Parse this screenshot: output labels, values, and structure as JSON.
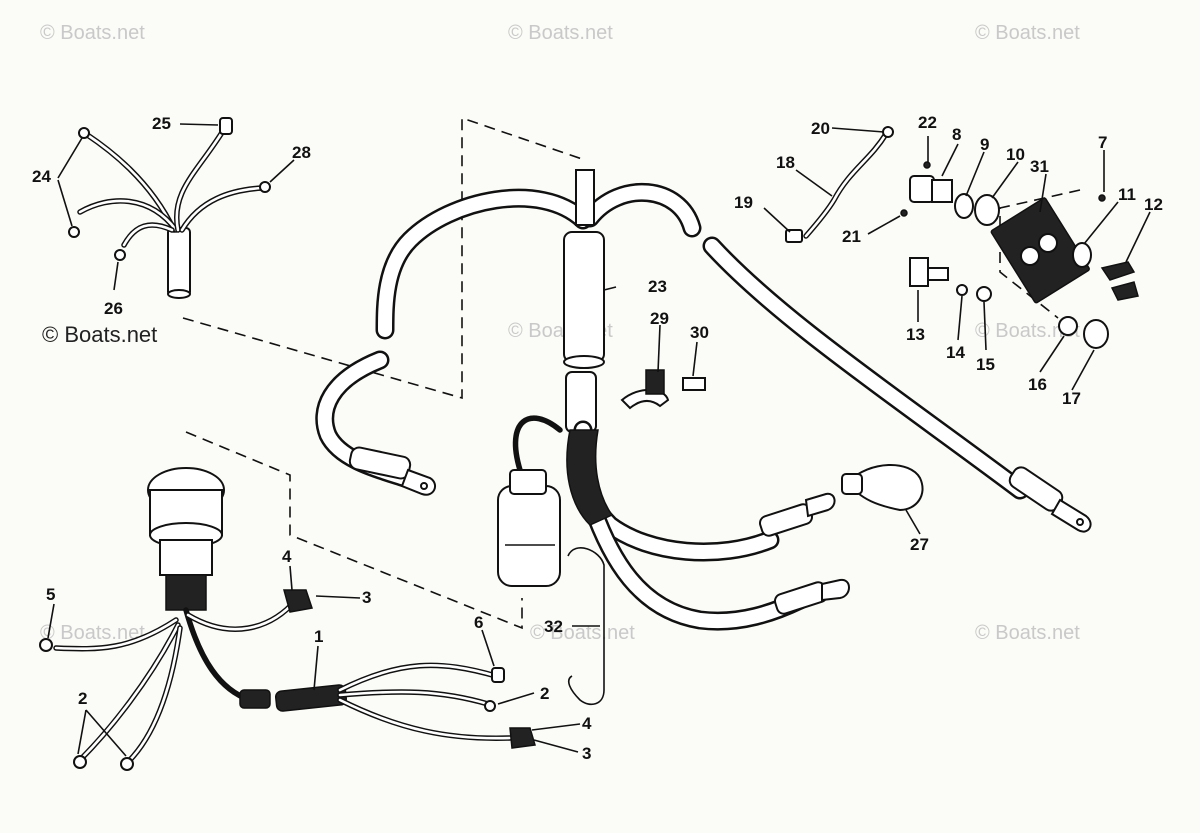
{
  "watermarks": {
    "top_left": "© Boats.net",
    "top_center": "© Boats.net",
    "top_right": "© Boats.net",
    "mid_left": "© Boats.net",
    "mid_center": "© Boats.net",
    "mid_right": "© Boats.net",
    "bottom_center": "© Boats.net",
    "bottom_left": "© Boats.net",
    "bottom_right": "© Boats.net"
  },
  "callouts": {
    "c1": "1",
    "c2a": "2",
    "c2b": "2",
    "c3a": "3",
    "c3b": "3",
    "c4a": "4",
    "c4b": "4",
    "c5": "5",
    "c6": "6",
    "c7": "7",
    "c8": "8",
    "c9": "9",
    "c10": "10",
    "c11": "11",
    "c12": "12",
    "c13": "13",
    "c14": "14",
    "c15": "15",
    "c16": "16",
    "c17": "17",
    "c18": "18",
    "c19": "19",
    "c20": "20",
    "c21": "21",
    "c22": "22",
    "c23": "23",
    "c24": "24",
    "c25": "25",
    "c26": "26",
    "c27": "27",
    "c28": "28",
    "c29": "29",
    "c30": "30",
    "c31": "31",
    "c32": "32"
  }
}
